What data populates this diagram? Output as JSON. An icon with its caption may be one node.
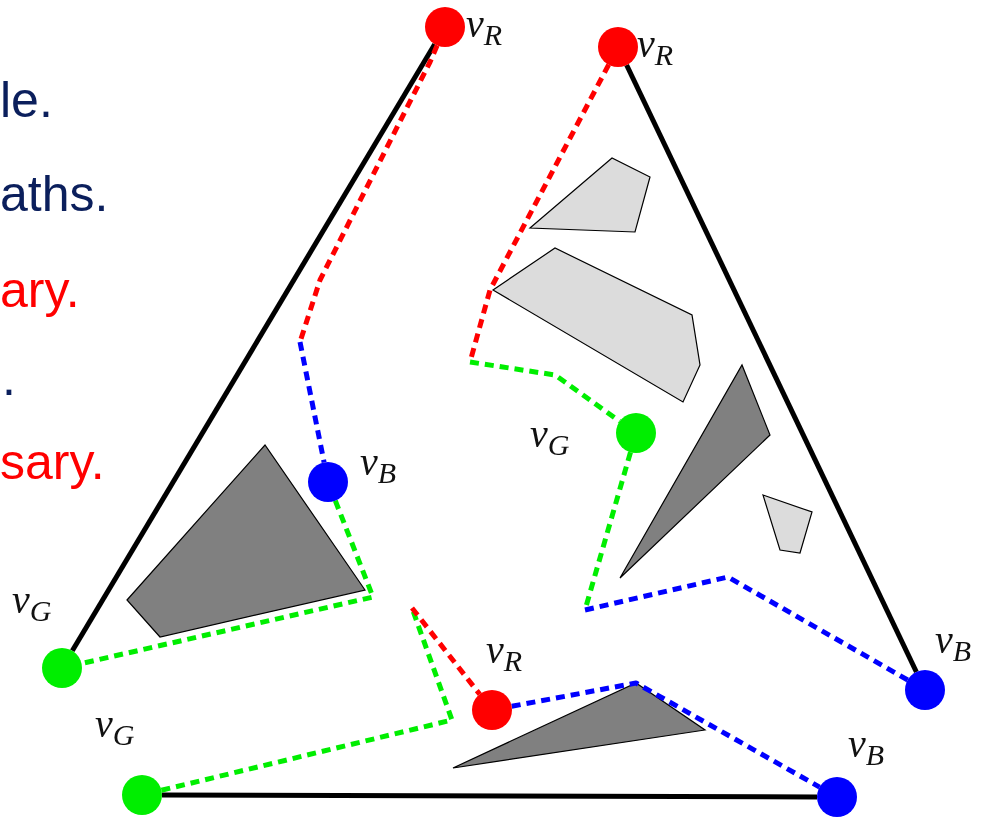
{
  "diagram": {
    "nodes": [
      {
        "text": [],
        "shape": "circle",
        "beside": [
          "v$_{R}$"
        ]
      },
      {
        "text": [],
        "shape": "circle",
        "beside": [
          "v$_{R}$"
        ]
      },
      {
        "text": [],
        "shape": "circle",
        "beside": [
          "v$_{G}$"
        ]
      },
      {
        "text": [],
        "shape": "circle",
        "beside": [
          "v$_{B}$"
        ]
      },
      {
        "text": [],
        "shape": "circle",
        "beside": [
          "v$_{G}$"
        ]
      },
      {
        "text": [],
        "shape": "circle",
        "beside": [
          "v$_{B}$"
        ]
      },
      {
        "text": [],
        "shape": "circle",
        "beside": [
          "v$_{R}$"
        ]
      },
      {
        "text": [],
        "shape": "circle",
        "beside": [
          "v$_{G}$"
        ]
      },
      {
        "text": [],
        "shape": "circle",
        "beside": [
          "v$_{B}$"
        ]
      }
    ],
    "edges": [
      {
        "from": 0,
        "to": 4,
        "arrow": "none",
        "color": "#000000"
      },
      {
        "from": 0,
        "to": null,
        "arrow": "none",
        "style": "dashed",
        "color": "#ff0000"
      },
      {
        "from": null,
        "to": 3,
        "arrow": "none",
        "style": "dashed",
        "color": "#0000ff"
      },
      {
        "from": 3,
        "to": 4,
        "arrow": "none",
        "style": "dashed",
        "color": "#00ee00"
      },
      {
        "from": 1,
        "to": 5,
        "arrow": "none",
        "color": "#000000"
      },
      {
        "from": 1,
        "to": null,
        "arrow": "none",
        "style": "dashed",
        "color": "#ff0000"
      },
      {
        "from": null,
        "to": 2,
        "arrow": "none",
        "style": "dashed",
        "color": "#00ee00"
      },
      {
        "from": 2,
        "to": null,
        "arrow": "none",
        "style": "dashed",
        "color": "#00ee00"
      },
      {
        "from": null,
        "to": 5,
        "arrow": "none",
        "style": "dashed",
        "color": "#0000ff"
      },
      {
        "from": 7,
        "to": 8,
        "arrow": "none",
        "color": "#000000"
      },
      {
        "from": 7,
        "to": null,
        "arrow": "none",
        "style": "dashed",
        "color": "#00ee00"
      },
      {
        "from": null,
        "to": 6,
        "arrow": "none",
        "style": "dashed",
        "color": "#ff0000"
      },
      {
        "from": 6,
        "to": 8,
        "arrow": "none",
        "style": "dashed",
        "color": "#0000ff"
      }
    ],
    "labels": [
      "le.",
      "aths.",
      "ary.",
      ".",
      "sary."
    ]
  }
}
